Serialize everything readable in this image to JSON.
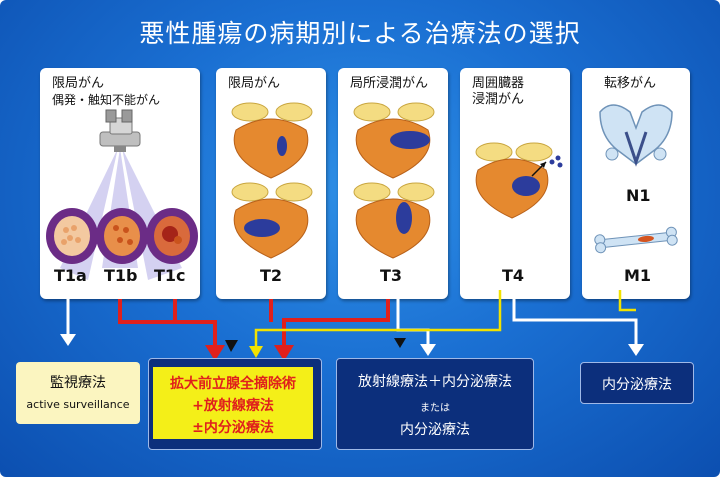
{
  "title": "悪性腫瘍の病期別による治療法の選択",
  "panels": [
    {
      "title_lines": [
        "限局がん",
        "偶発・触知不能がん"
      ],
      "labels": [
        "T1a",
        "T1b",
        "T1c"
      ]
    },
    {
      "title_lines": [
        "限局がん"
      ],
      "labels": [
        "T2"
      ]
    },
    {
      "title_lines": [
        "局所浸潤がん"
      ],
      "labels": [
        "T3"
      ]
    },
    {
      "title_lines": [
        "周囲臓器",
        "浸潤がん"
      ],
      "labels": [
        "T4"
      ]
    },
    {
      "title_lines": [
        "転移がん"
      ],
      "labels": [
        "N1",
        "M1"
      ]
    }
  ],
  "treatments": {
    "surveillance": {
      "line1": "監視療法",
      "line2": "active surveillance"
    },
    "surgery": {
      "line1": "拡大前立腺全摘除術",
      "line2": "+放射線療法",
      "line3": "±内分泌療法"
    },
    "radiation": {
      "line1": "放射線療法＋内分泌療法",
      "line2": "または",
      "line3": "内分泌療法"
    },
    "hormone": {
      "line1": "内分泌療法"
    }
  },
  "colors": {
    "red": "#e0201c",
    "yellow": "#f2e200",
    "white": "#ffffff",
    "navy": "#0c2f7c",
    "surgery_bg": "#f4ef18",
    "surveillance_bg": "#fbf5c0"
  }
}
